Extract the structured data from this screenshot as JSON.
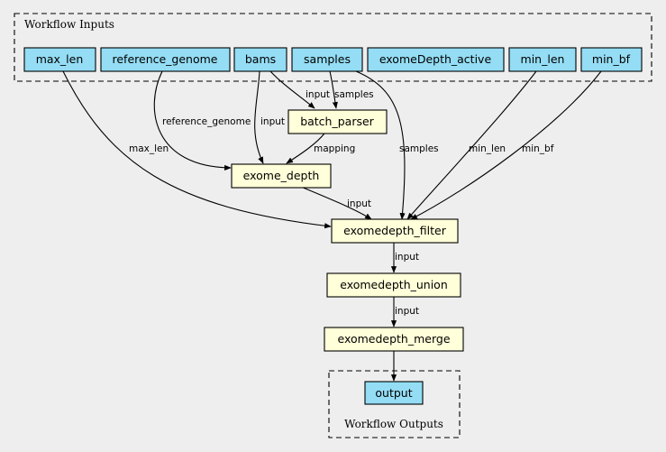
{
  "clusters": {
    "inputs_label": "Workflow Inputs",
    "outputs_label": "Workflow Outputs"
  },
  "colors": {
    "input_fill": "#94ddf4",
    "step_fill": "#ffffd9",
    "background": "#eeeeee"
  },
  "inputs": {
    "max_len": "max_len",
    "reference_genome": "reference_genome",
    "bams": "bams",
    "samples": "samples",
    "exomeDepth_active": "exomeDepth_active",
    "min_len": "min_len",
    "min_bf": "min_bf"
  },
  "steps": {
    "batch_parser": "batch_parser",
    "exome_depth": "exome_depth",
    "exomedepth_filter": "exomedepth_filter",
    "exomedepth_union": "exomedepth_union",
    "exomedepth_merge": "exomedepth_merge"
  },
  "outputs": {
    "output": "output"
  },
  "edge_labels": {
    "bams_to_batch_parser": "input",
    "samples_to_batch_parser": "samples",
    "reference_genome_to_exome_depth": "reference_genome",
    "bams_to_exome_depth": "input",
    "batch_parser_to_exome_depth": "mapping",
    "max_len_to_filter": "max_len",
    "exome_depth_to_filter": "input",
    "samples_to_filter": "samples",
    "min_len_to_filter": "min_len",
    "min_bf_to_filter": "min_bf",
    "filter_to_union": "input",
    "union_to_merge": "input"
  }
}
